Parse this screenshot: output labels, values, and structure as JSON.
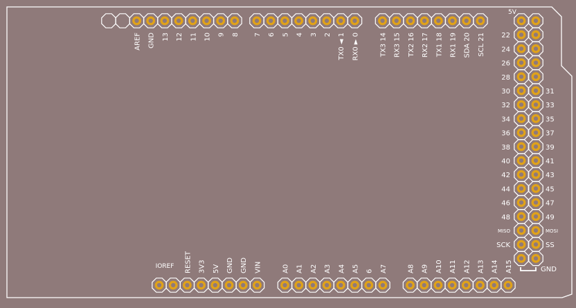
{
  "colors": {
    "board": "#8f7a7a",
    "outline": "#ffffff",
    "pad": "#e0a21a",
    "hole": "#8f7a7a"
  },
  "top_header_1": {
    "empty_pads": 2,
    "pins": [
      "AREF",
      "GND",
      "13",
      "12",
      "11",
      "10",
      "9",
      "8"
    ]
  },
  "top_header_2": {
    "pins": [
      "7",
      "6",
      "5",
      "4",
      "3",
      "2",
      "TX0 ◄ 1",
      "RX0 ► 0"
    ]
  },
  "top_header_3": {
    "pins": [
      "TX3 14",
      "RX3 15",
      "TX2 16",
      "RX2 17",
      "TX1 18",
      "RX1 19",
      "SDA 20",
      "SCL 21"
    ]
  },
  "power_header": {
    "side_label": "IOREF",
    "pins": [
      "",
      "",
      "RESET",
      "3V3",
      "5V",
      "GND",
      "GND",
      "VIN"
    ]
  },
  "analog_header_1": {
    "pins": [
      "A0",
      "A1",
      "A2",
      "A3",
      "A4",
      "A5",
      "6",
      "A7"
    ]
  },
  "analog_header_2": {
    "pins": [
      "A8",
      "A9",
      "A10",
      "A11",
      "A12",
      "A13",
      "A14",
      "A15"
    ]
  },
  "right_header": {
    "top_label": "5V",
    "bottom_label": "GND",
    "left_labels": [
      "",
      "22",
      "24",
      "26",
      "28",
      "30",
      "32",
      "34",
      "36",
      "38",
      "40",
      "42",
      "44",
      "46",
      "48",
      "MISO",
      "SCK",
      ""
    ],
    "right_labels": [
      "",
      "",
      "",
      "",
      "",
      "31",
      "33",
      "35",
      "37",
      "39",
      "41",
      "43",
      "45",
      "47",
      "49",
      "MOSI",
      "SS",
      ""
    ]
  }
}
